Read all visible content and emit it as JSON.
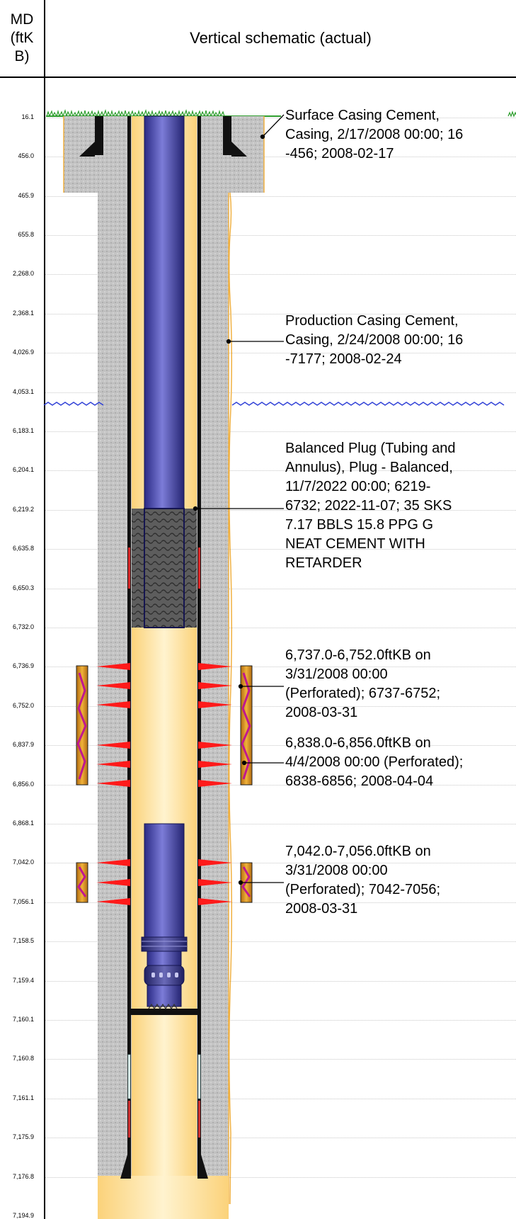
{
  "header": {
    "md_label": "MD\n(ftK\nB)",
    "title": "Vertical schematic (actual)"
  },
  "depths": [
    "16.1",
    "456.0",
    "465.9",
    "655.8",
    "2,268.0",
    "2,368.1",
    "4,026.9",
    "4,053.1",
    "6,183.1",
    "6,204.1",
    "6,219.2",
    "6,635.8",
    "6,650.3",
    "6,732.0",
    "6,736.9",
    "6,752.0",
    "6,837.9",
    "6,856.0",
    "6,868.1",
    "7,042.0",
    "7,056.1",
    "7,158.5",
    "7,159.4",
    "7,160.1",
    "7,160.8",
    "7,161.1",
    "7,175.9",
    "7,176.8",
    "7,194.9"
  ],
  "annotations": [
    {
      "id": "surface-casing-cement",
      "text": "Surface Casing Cement,\nCasing, 2/17/2008 00:00; 16\n-456; 2008-02-17"
    },
    {
      "id": "production-casing-cement",
      "text": "Production Casing Cement,\nCasing, 2/24/2008 00:00; 16\n-7177; 2008-02-24"
    },
    {
      "id": "balanced-plug",
      "text": "Balanced Plug (Tubing and\nAnnulus), Plug - Balanced,\n11/7/2022 00:00; 6219-\n6732; 2022-11-07; 35 SKS\n7.17 BBLS 15.8 PPG G\nNEAT CEMENT WITH\nRETARDER"
    },
    {
      "id": "perforation-6737",
      "text": "6,737.0-6,752.0ftKB on\n3/31/2008 00:00\n(Perforated); 6737-6752;\n2008-03-31"
    },
    {
      "id": "perforation-6838",
      "text": "6,838.0-6,856.0ftKB on\n4/4/2008 00:00 (Perforated);\n6838-6856; 2008-04-04"
    },
    {
      "id": "perforation-7042",
      "text": "7,042.0-7,056.0ftKB on\n3/31/2008 00:00\n(Perforated); 7042-7056;\n2008-03-31"
    }
  ],
  "colors": {
    "cement": "#bdbdbd",
    "wellbore_fluid": "#fde9b4",
    "tubing": "#3c3ca8",
    "casing": "#111111",
    "plug": "#555555",
    "perforation": "#ff1a1a",
    "ground": "#2e9e2e",
    "water_level": "#2e3fd6"
  }
}
